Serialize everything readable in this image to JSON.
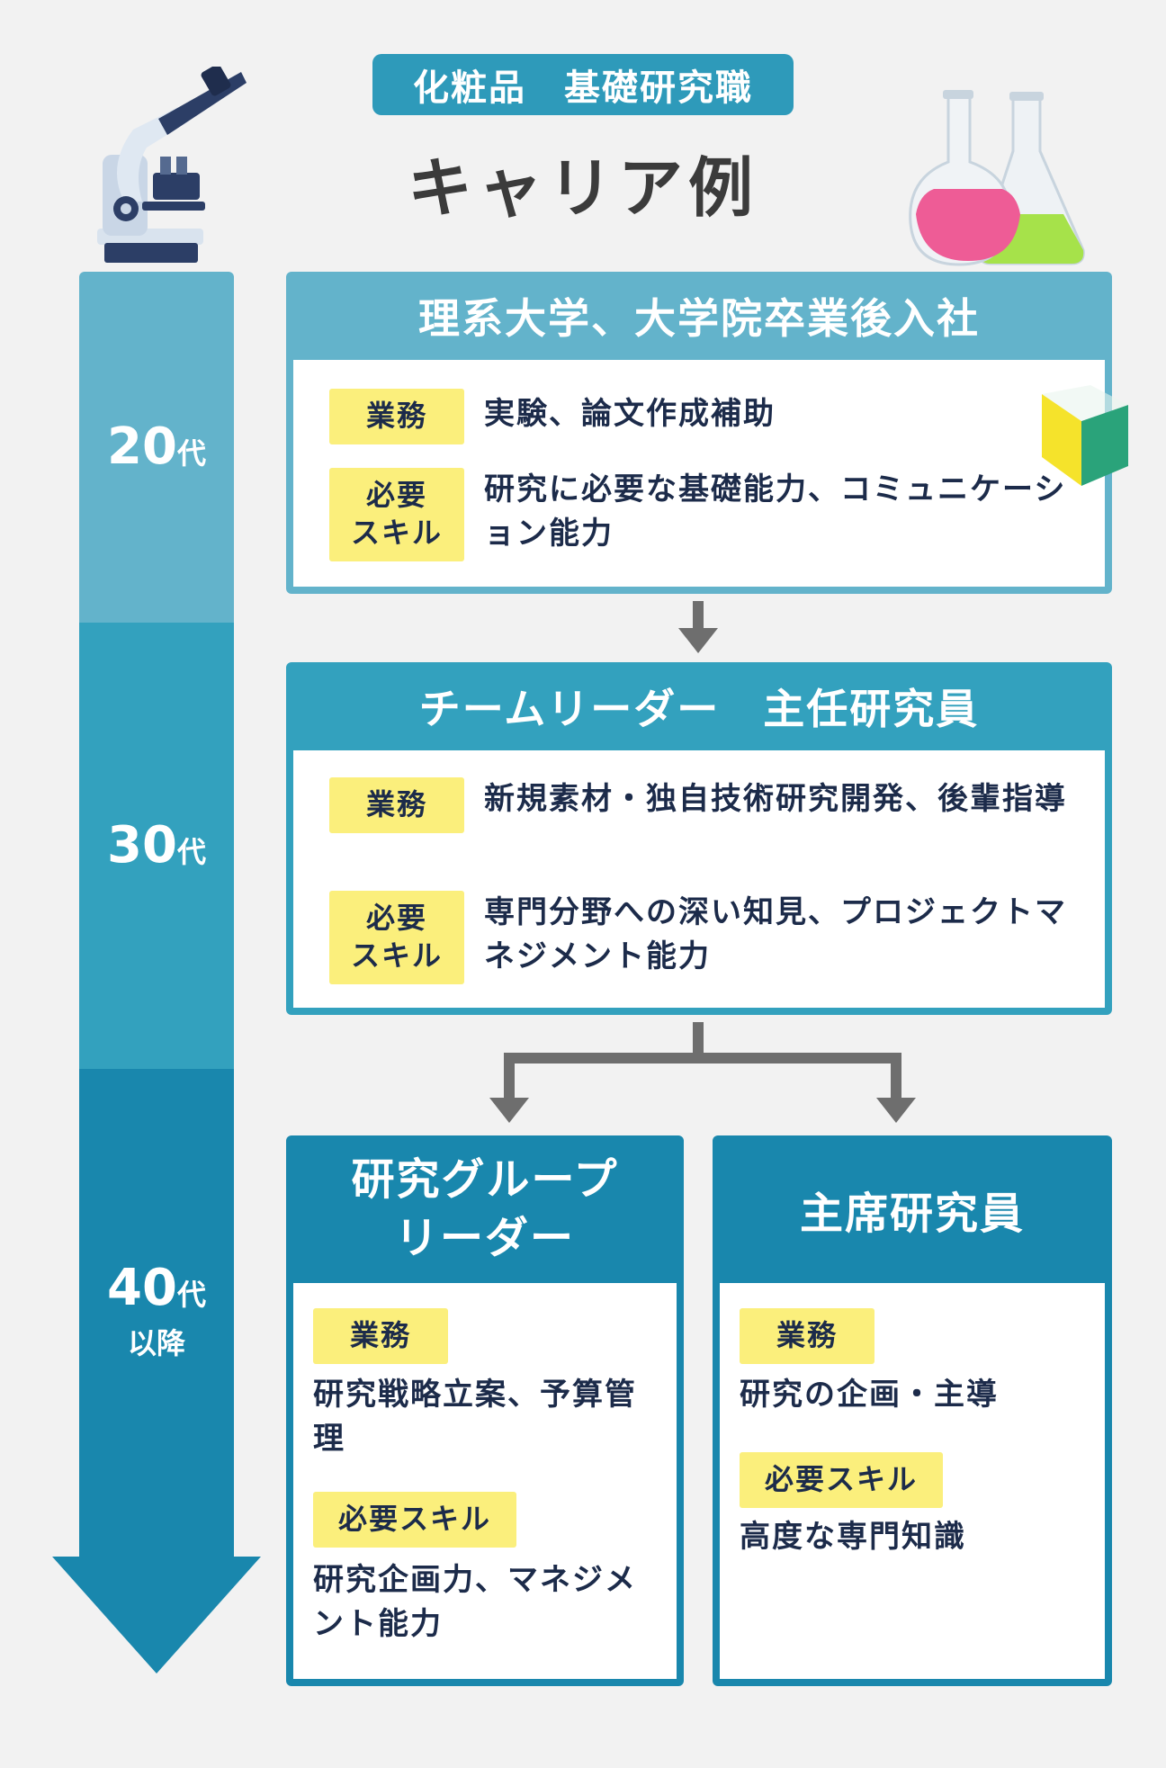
{
  "header": {
    "tag": "化粧品　基礎研究職",
    "title": "キャリア例"
  },
  "timeline": {
    "stage1": {
      "age": "20",
      "unit": "代"
    },
    "stage2": {
      "age": "30",
      "unit": "代"
    },
    "stage3": {
      "age": "40",
      "unit": "代",
      "sub": "以降"
    }
  },
  "cards": {
    "entry": {
      "title": "理系大学、大学院卒業後入社",
      "duty_label": "業務",
      "duty": "実験、論文作成補助",
      "skill_label_line1": "必要",
      "skill_label_line2": "スキル",
      "skill": "研究に必要な基礎能力、コミュニケーション能力"
    },
    "leader": {
      "title": "チームリーダー　主任研究員",
      "duty_label": "業務",
      "duty": "新規素材・独自技術研究開発、後輩指導",
      "skill_label_line1": "必要",
      "skill_label_line2": "スキル",
      "skill": "専門分野への深い知見、プロジェクトマネジメント能力"
    },
    "group_leader": {
      "title_line1": "研究グループ",
      "title_line2": "リーダー",
      "duty_label": "業務",
      "duty": "研究戦略立案、予算管理",
      "skill_label": "必要スキル",
      "skill": "研究企画力、マネジメント能力"
    },
    "chief": {
      "title": "主席研究員",
      "duty_label": "業務",
      "duty": "研究の企画・主導",
      "skill_label": "必要スキル",
      "skill": "高度な専門知識"
    }
  },
  "colors": {
    "stage1": "#63b3cb",
    "stage2": "#33a1be",
    "stage3": "#1987ad",
    "label_bg": "#fbef7c",
    "text": "#1c2b4a"
  }
}
